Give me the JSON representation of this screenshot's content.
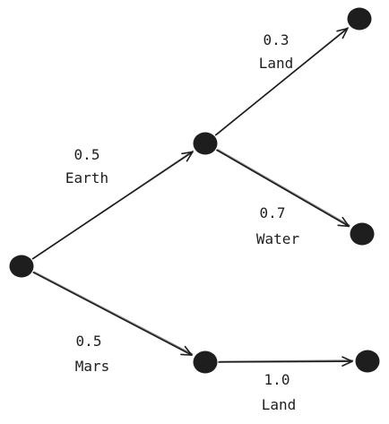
{
  "diagram": {
    "type": "probability-tree",
    "nodes": [
      {
        "id": "root"
      },
      {
        "id": "earth"
      },
      {
        "id": "earth-land"
      },
      {
        "id": "earth-water"
      },
      {
        "id": "mars"
      },
      {
        "id": "mars-land"
      }
    ],
    "edges": [
      {
        "id": "root-earth",
        "from": "root",
        "to": "earth",
        "probability": "0.5",
        "label": "Earth"
      },
      {
        "id": "root-mars",
        "from": "root",
        "to": "mars",
        "probability": "0.5",
        "label": "Mars"
      },
      {
        "id": "earth-land",
        "from": "earth",
        "to": "earth-land",
        "probability": "0.3",
        "label": "Land"
      },
      {
        "id": "earth-water",
        "from": "earth",
        "to": "earth-water",
        "probability": "0.7",
        "label": "Water"
      },
      {
        "id": "mars-land",
        "from": "mars",
        "to": "mars-land",
        "probability": "1.0",
        "label": "Land"
      }
    ]
  }
}
